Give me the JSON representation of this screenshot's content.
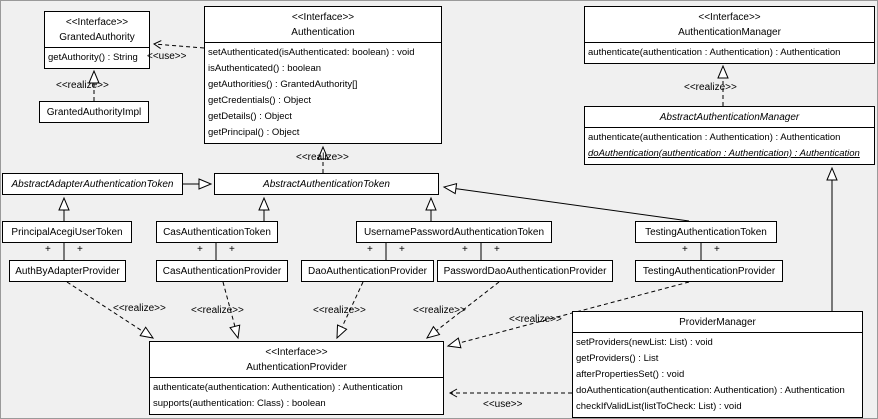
{
  "labels": {
    "use": "<<use>>",
    "realize": "<<realize>>",
    "plus": "+"
  },
  "classes": {
    "grantedAuthority": {
      "stereotype": "<<Interface>>",
      "name": "GrantedAuthority",
      "methods": [
        "getAuthority() : String"
      ]
    },
    "grantedAuthorityImpl": {
      "name": "GrantedAuthorityImpl"
    },
    "authentication": {
      "stereotype": "<<Interface>>",
      "name": "Authentication",
      "methods": [
        "setAuthenticated(isAuthenticated: boolean) : void",
        "isAuthenticated() : boolean",
        "getAuthorities() : GrantedAuthority[]",
        "getCredentials() : Object",
        "getDetails() : Object",
        "getPrincipal() : Object"
      ]
    },
    "authenticationManager": {
      "stereotype": "<<Interface>>",
      "name": "AuthenticationManager",
      "methods": [
        "authenticate(authentication : Authentication) : Authentication"
      ]
    },
    "abstractAuthenticationManager": {
      "name": "AbstractAuthenticationManager",
      "methods": [
        "authenticate(authentication : Authentication) : Authentication",
        "doAuthentication(authentication : Authentication) : Authentication"
      ]
    },
    "abstractAdapterAuthenticationToken": {
      "name": "AbstractAdapterAuthenticationToken"
    },
    "abstractAuthenticationToken": {
      "name": "AbstractAuthenticationToken"
    },
    "principalAcegiUserToken": {
      "name": "PrincipalAcegiUserToken"
    },
    "casAuthenticationToken": {
      "name": "CasAuthenticationToken"
    },
    "usernamePasswordAuthenticationToken": {
      "name": "UsernamePasswordAuthenticationToken"
    },
    "testingAuthenticationToken": {
      "name": "TestingAuthenticationToken"
    },
    "authByAdapterProvider": {
      "name": "AuthByAdapterProvider"
    },
    "casAuthenticationProvider": {
      "name": "CasAuthenticationProvider"
    },
    "daoAuthenticationProvider": {
      "name": "DaoAuthenticationProvider"
    },
    "passwordDaoAuthenticationProvider": {
      "name": "PasswordDaoAuthenticationProvider"
    },
    "testingAuthenticationProvider": {
      "name": "TestingAuthenticationProvider"
    },
    "providerManager": {
      "name": "ProviderManager",
      "methods": [
        "setProviders(newList: List) : void",
        "getProviders() : List",
        "afterPropertiesSet() : void",
        "doAuthentication(authentication: Authentication) : Authentication",
        "checkIfValidList(listToCheck: List) : void"
      ]
    },
    "authenticationProvider": {
      "stereotype": "<<Interface>>",
      "name": "AuthenticationProvider",
      "methods": [
        "authenticate(authentication: Authentication) : Authentication",
        "supports(authentication: Class) : boolean"
      ]
    }
  }
}
